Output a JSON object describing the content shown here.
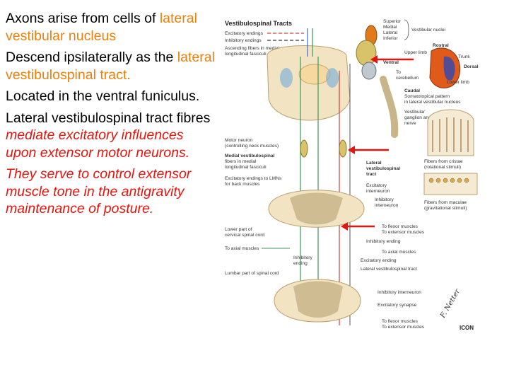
{
  "text": {
    "p1_a": "Axons  arise from cells of ",
    "p1_b": "lateral vestibular nucleus",
    "p2_a": " Descend ipsilaterally as the ",
    "p2_b": "lateral vestibulospinal tract.",
    "p3": "Located in the ventral funiculus.",
    "p4_a": "Lateral vestibulospinal tract fibres ",
    "p4_b": "mediate excitatory influences upon extensor motor neurons.",
    "p5": "They serve to control extensor muscle tone in the antigravity maintenance of posture."
  },
  "figure": {
    "title": "Vestibulospinal Tracts",
    "legend_excitatory": "Excitatory endings",
    "legend_inhibitory": "Inhibitory endings",
    "ascending": [
      "Ascending fibers in medial",
      "longitudinal fasciculi"
    ],
    "nuclei": [
      "Superior",
      "Medial",
      "Lateral",
      "Inferior"
    ],
    "nuclei_group": "Vestibular nuclei",
    "upper_limb": "Upper limb",
    "ventral": "Ventral",
    "to_cerebellum": [
      "To",
      "cerebellum"
    ],
    "rostral": "Rostral",
    "dorsal": "Dorsal",
    "trunk": "Trunk",
    "lower_limb": "Lower limb",
    "caudal": "Caudal",
    "somatotopical": [
      "Somatotopical pattern",
      "in lateral vestibular nucleus"
    ],
    "ganglion": [
      "Vestibular",
      "ganglion and",
      "nerve"
    ],
    "motor_neuron": [
      "Motor neuron",
      "(controlling neck muscles)"
    ],
    "medial_tract": [
      "Medial vestibulospinal",
      "fibers in medial",
      "longitudinal fasciculi"
    ],
    "excit_lmn": [
      "Excitatory endings to LMNs",
      "for back muscles"
    ],
    "lateral_tract": [
      "Lateral",
      "vestibulospinal",
      "tract"
    ],
    "excit_inter": [
      "Excitatory",
      "interneuron"
    ],
    "inhib_inter": [
      "Inhibitory",
      "interneuron"
    ],
    "cristae": [
      "Fibers from cristae",
      "(rotational stimuli)"
    ],
    "maculae": [
      "Fibers from maculae",
      "(gravitational stimuli)"
    ],
    "lower_cervical": [
      "Lower part of",
      "cervical spinal cord"
    ],
    "to_flexor": "To flexor muscles",
    "to_extensor": "To extensor muscles",
    "inhib_ending": "Inhibitory ending",
    "to_axial": "To axial muscles",
    "inhib_ending2": [
      "Inhibitory",
      "ending"
    ],
    "excit_ending": "Excitatory ending",
    "lat_tract2": "Lateral vestibulospinal tract",
    "lumbar": "Lumbar part of spinal cord",
    "inhib_inter2": "Inhibitory interneuron",
    "excit_syn": "Excitatory synapse",
    "signature": "F. Netter",
    "publisher": "ICON"
  },
  "colors": {
    "body_text": "#000000",
    "orange": "#f07f09",
    "red": "#e8140c",
    "cord": "#f2e4c3",
    "gray_matter": "#c9b58a",
    "nucleus_orange": "#e07a1a"
  }
}
